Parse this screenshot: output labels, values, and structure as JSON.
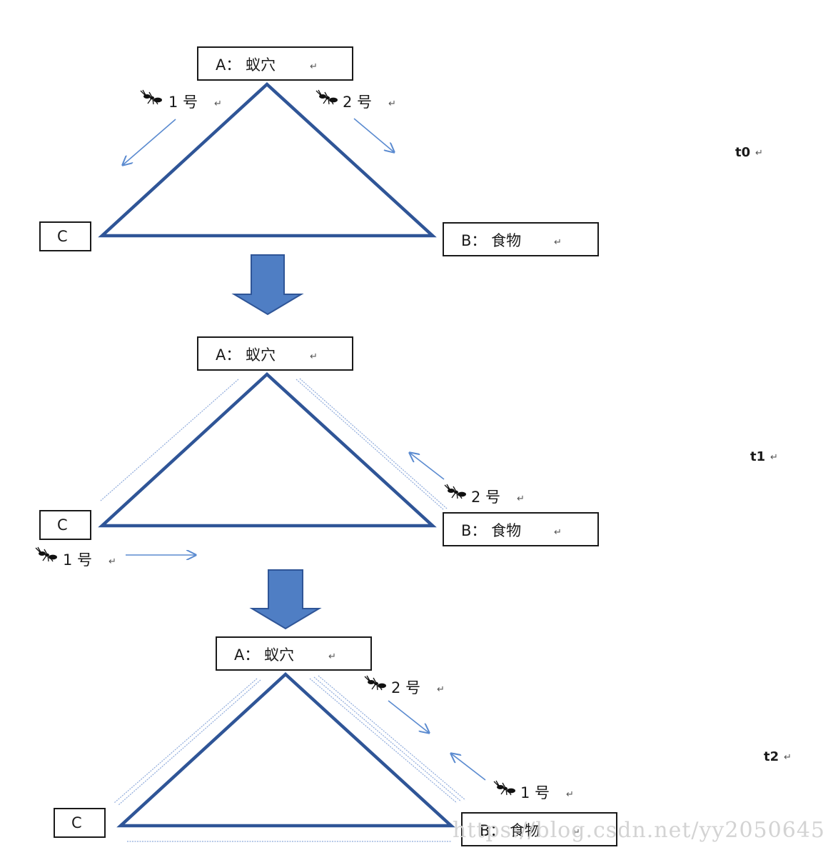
{
  "diagram": {
    "stages": [
      {
        "time": "t0",
        "nest": "A： 蚁穴",
        "food": "B： 食物",
        "third": "C",
        "ants": [
          {
            "label": "1 号"
          },
          {
            "label": "2 号"
          }
        ]
      },
      {
        "time": "t1",
        "nest": "A： 蚁穴",
        "food": "B： 食物",
        "third": "C",
        "ants": [
          {
            "label": "2 号"
          },
          {
            "label": "1 号"
          }
        ]
      },
      {
        "time": "t2",
        "nest": "A： 蚁穴",
        "food": "B： 食物",
        "third": "C",
        "ants": [
          {
            "label": "2 号"
          },
          {
            "label": "1 号"
          }
        ]
      }
    ],
    "return_mark": "↵",
    "watermark": "https://blog.csdn.net/yy2050645",
    "colors": {
      "triangle": "#2f5597",
      "arrow_fill": "#4f7ec4",
      "move_arrow": "#5b8bd0",
      "trail": "#8eaadb"
    },
    "icons": [
      "ant-icon",
      "down-arrow-icon"
    ]
  }
}
